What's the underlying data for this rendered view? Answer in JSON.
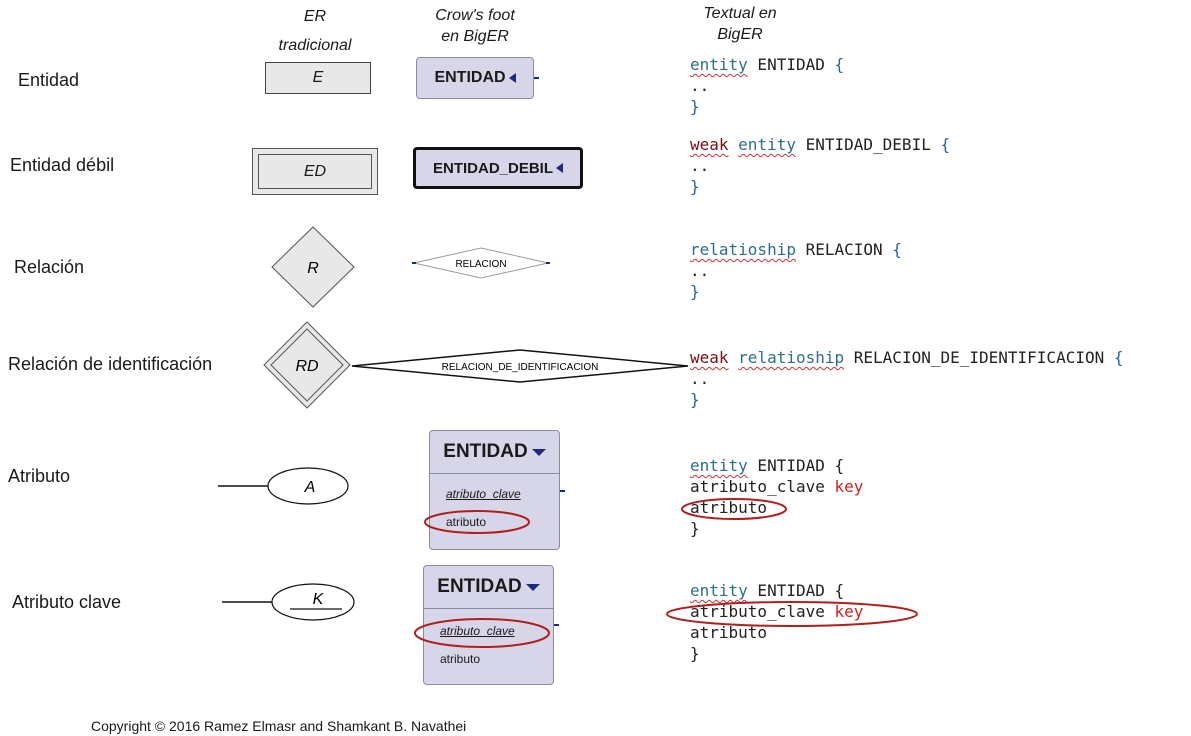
{
  "headers": {
    "er": [
      "ER",
      "tradicional"
    ],
    "crow": [
      "Crow's foot",
      "en BigER"
    ],
    "textual": [
      "Textual en",
      "BigER"
    ]
  },
  "rows": [
    {
      "label": "Entidad",
      "er": "E",
      "crow": "ENTIDAD"
    },
    {
      "label": "Entidad débil",
      "er": "ED",
      "crow": "ENTIDAD_DEBIL"
    },
    {
      "label": "Relación",
      "er": "R",
      "crow": "RELACION"
    },
    {
      "label": "Relación de identificación",
      "er": "RD",
      "crow": "RELACION_DE_IDENTIFICACION"
    },
    {
      "label": "Atributo",
      "er": "A",
      "crow": "ENTIDAD",
      "attr_key": "atributo_clave",
      "attr": "atributo"
    },
    {
      "label": "Atributo clave",
      "er": "K",
      "crow": "ENTIDAD",
      "attr_key": "atributo_clave",
      "attr": "atributo"
    }
  ],
  "code": {
    "entity": {
      "kw": "entity",
      "name": " ENTIDAD ",
      "open": "{",
      "dots": "..",
      "close": "}"
    },
    "weak_entity": {
      "kw1": "weak",
      "kw2": "entity",
      "name": " ENTIDAD_DEBIL ",
      "open": "{",
      "dots": "..",
      "close": "}"
    },
    "relation": {
      "kw": "relatioship",
      "name": " RELACION ",
      "open": "{",
      "dots": "..",
      "close": "}"
    },
    "weak_relation": {
      "kw1": "weak",
      "kw2": "relatioship",
      "name": " RELACION_DE_IDENTIFICACION ",
      "open": "{",
      "dots": "..",
      "close": "}"
    },
    "attr_block": {
      "kw": "entity",
      "name": " ENTIDAD {",
      "line2a": "atributo_clave ",
      "key": "key",
      "line3": "atributo",
      "close": "}"
    },
    "key_block": {
      "kw": "entity",
      "name": " ENTIDAD {",
      "line2a": "atributo_clave ",
      "key": "key",
      "line3": "atributo",
      "close": "}"
    }
  },
  "copyright": "Copyright © 2016 Ramez Elmasr and Shamkant B. Navathei",
  "colors": {
    "entity_fill": "#d6d6e8",
    "highlight": "#b01e1e",
    "keyword": "#2a6f8f",
    "brace": "#2262a8",
    "key": "#d22121"
  }
}
